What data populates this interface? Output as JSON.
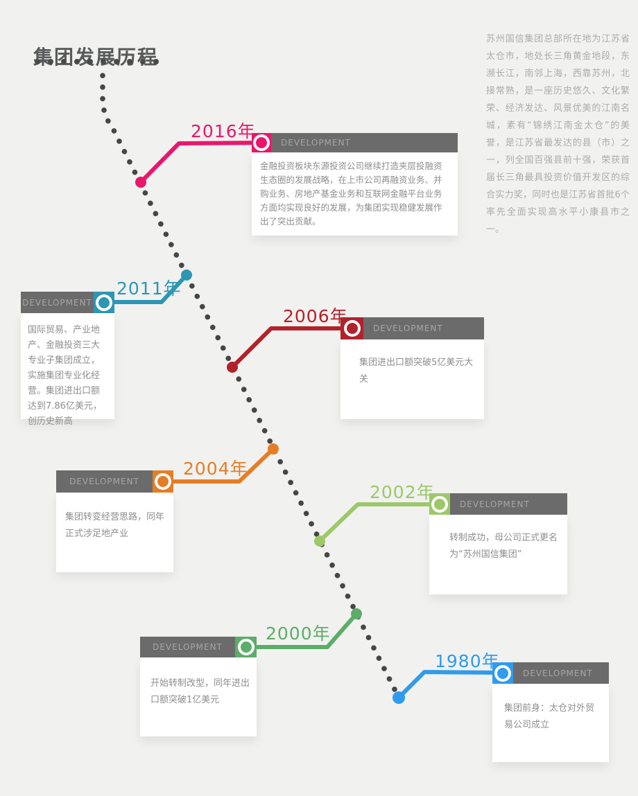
{
  "title": {
    "text": "集团发展历程"
  },
  "intro": {
    "text": "苏州国信集团总部所在地为江苏省太仓市，地处长三角黄金地段，东濒长江，南邻上海，西靠苏州，北接常熟，是一座历史悠久、文化繁荣、经济发达、风景优美的江南名城，素有“锦绣江南金太仓”的美誉，是江苏省最发达的县（市）之一，列全国百强县前十强，荣获首届长三角最具投资价值开发区的综合实力奖，同时也是江苏省首批6个率先全面实现高水平小康县市之一。"
  },
  "timeline": {
    "header_label": "DEVELOPMENT",
    "milestones": [
      {
        "id": "2016",
        "year": "2016年",
        "side": "right",
        "color": "#e8176d",
        "description": "金融投资板块东源投资公司继续打造夹层投融资生态圈的发展战略，在上市公司再融资业务、并购业务、房地产基金业务和互联网金融平台业务方面均实现良好的发展，为集团实现稳健发展作出了突出贡献。"
      },
      {
        "id": "2011",
        "year": "2011年",
        "side": "left",
        "color": "#2d96b4",
        "description": "国际贸易、产业地产、金融投资三大专业子集团成立，实施集团专业化经营。集团进出口额达到7.86亿美元，创历史新高"
      },
      {
        "id": "2006",
        "year": "2006年",
        "side": "right",
        "color": "#b2222a",
        "description": "集团进出口额突破5亿美元大关"
      },
      {
        "id": "2004",
        "year": "2004年",
        "side": "left",
        "color": "#e57d26",
        "description": "集团转变经营思路，同年正式涉足地产业"
      },
      {
        "id": "2002",
        "year": "2002年",
        "side": "right",
        "color": "#9dc869",
        "description": "转制成功，母公司正式更名为“苏州国信集团”"
      },
      {
        "id": "2000",
        "year": "2000年",
        "side": "left",
        "color": "#5bad68",
        "description": "开始转制改型，同年进出口额突破1亿美元"
      },
      {
        "id": "1980",
        "year": "1980年",
        "side": "right",
        "color": "#2f9bed",
        "description": "集团前身：太仓对外贸易公司成立"
      }
    ]
  },
  "colors": {
    "page_bg": "#f1f1ef",
    "card_bg": "#ffffff",
    "header_bg": "#6b6b6b",
    "header_text": "#a6a6a6",
    "body_text": "#8e8e8e",
    "title_text": "#58595a",
    "intro_text": "#acacac",
    "timeline_dot": "#464646"
  }
}
